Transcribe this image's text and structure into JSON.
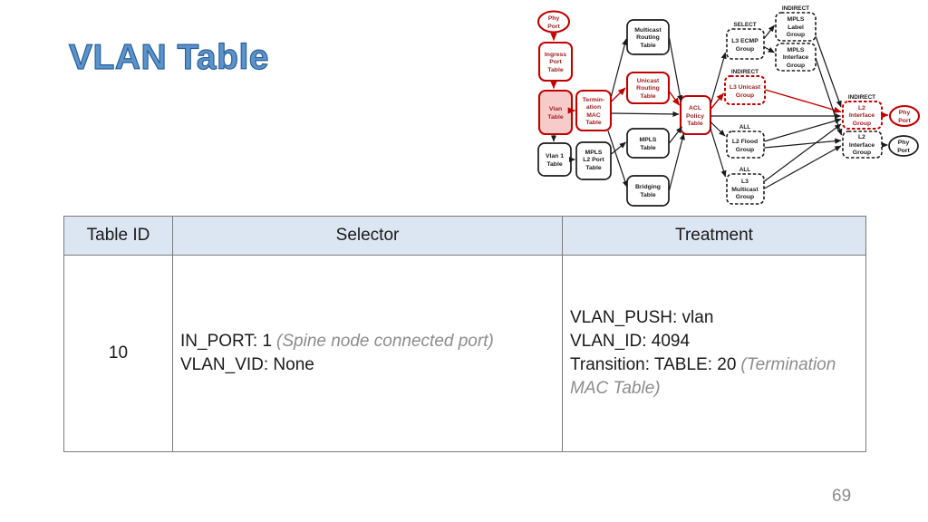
{
  "title": "VLAN Table",
  "page_number": "69",
  "colors": {
    "title_blue": "#5B93CC",
    "accent_red": "#C00000",
    "vlan_node_fill": "#F8CBCB",
    "table_header_bg": "#DCE6F2",
    "note_gray": "#8C8C8C"
  },
  "table": {
    "headers": [
      "Table ID",
      "Selector",
      "Treatment"
    ],
    "rows": [
      {
        "table_id": "10",
        "selector": [
          {
            "main": "IN_PORT: 1",
            "note": "(Spine node connected port)"
          },
          {
            "main": "VLAN_VID: None",
            "note": ""
          }
        ],
        "treatment": [
          {
            "main": "VLAN_PUSH: vlan",
            "note": ""
          },
          {
            "main": "VLAN_ID: 4094",
            "note": ""
          },
          {
            "main": "Transition: TABLE: 20",
            "note": "(Termination MAC Table)"
          }
        ]
      }
    ]
  },
  "diagram": {
    "nodes": {
      "phy_in": {
        "lines": [
          "Phy",
          "Port"
        ]
      },
      "ingress": {
        "lines": [
          "Ingress",
          "Port",
          "Table"
        ]
      },
      "vlan": {
        "lines": [
          "Vlan",
          "Table"
        ]
      },
      "vlan1": {
        "lines": [
          "Vlan 1",
          "Table"
        ]
      },
      "termination": {
        "lines": [
          "Termin-",
          "ation",
          "MAC",
          "Table"
        ]
      },
      "mpls_l2_port": {
        "lines": [
          "MPLS",
          "L2 Port",
          "Table"
        ]
      },
      "multicast_routing": {
        "lines": [
          "Multicast",
          "Routing",
          "Table"
        ]
      },
      "unicast_routing": {
        "lines": [
          "Unicast",
          "Routing",
          "Table"
        ]
      },
      "mpls": {
        "lines": [
          "MPLS",
          "Table"
        ]
      },
      "bridging": {
        "lines": [
          "Bridging",
          "Table"
        ]
      },
      "acl": {
        "lines": [
          "ACL",
          "Policy",
          "Table"
        ]
      },
      "l3_ecmp": {
        "tag": "SELECT",
        "lines": [
          "L3 ECMP",
          "Group"
        ]
      },
      "mpls_label": {
        "tag": "INDIRECT",
        "lines": [
          "MPLS",
          "Label",
          "Group"
        ]
      },
      "mpls_interface": {
        "lines": [
          "MPLS",
          "Interface",
          "Group"
        ]
      },
      "l3_unicast": {
        "tag": "INDIRECT",
        "lines": [
          "L3 Unicast",
          "Group"
        ]
      },
      "l2_flood": {
        "tag": "ALL",
        "lines": [
          "L2 Flood",
          "Group"
        ]
      },
      "l3_multicast": {
        "tag": "ALL",
        "lines": [
          "L3",
          "Multicast",
          "Group"
        ]
      },
      "l2_interface_a": {
        "tag": "INDIRECT",
        "lines": [
          "L2",
          "Interface",
          "Group"
        ]
      },
      "l2_interface_b": {
        "lines": [
          "L2",
          "Interface",
          "Group"
        ]
      },
      "phy_out_a": {
        "lines": [
          "Phy",
          "Port"
        ]
      },
      "phy_out_b": {
        "lines": [
          "Phy",
          "Port"
        ]
      }
    }
  }
}
